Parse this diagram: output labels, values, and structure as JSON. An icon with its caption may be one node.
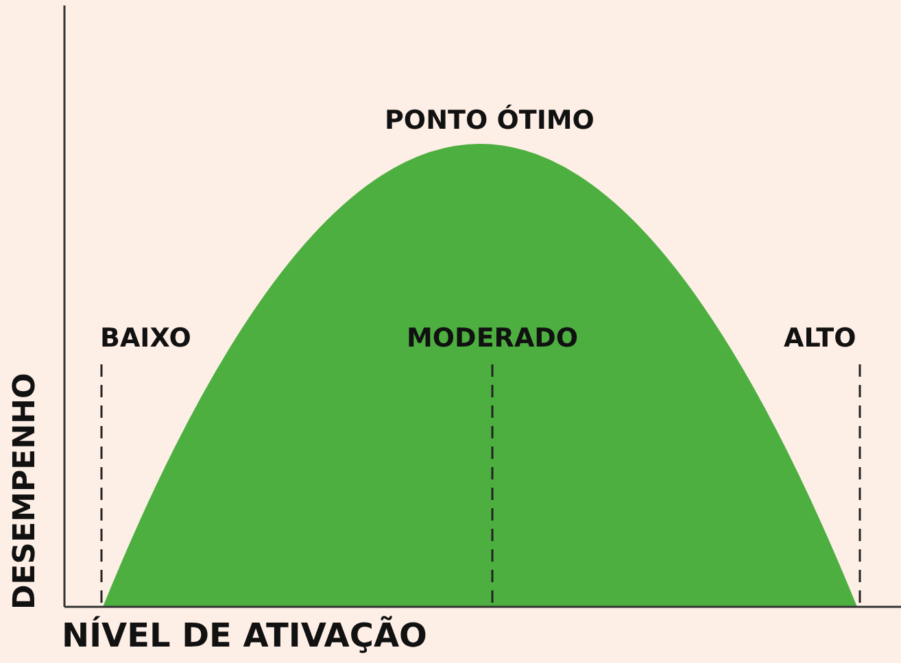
{
  "diagram": {
    "labels": [
      "PONTO ÓTIMO",
      "BAIXO",
      "MODERADO",
      "ALTO",
      "DESEMPENHO",
      "NÍVEL DE ATIVAÇÃO"
    ]
  }
}
